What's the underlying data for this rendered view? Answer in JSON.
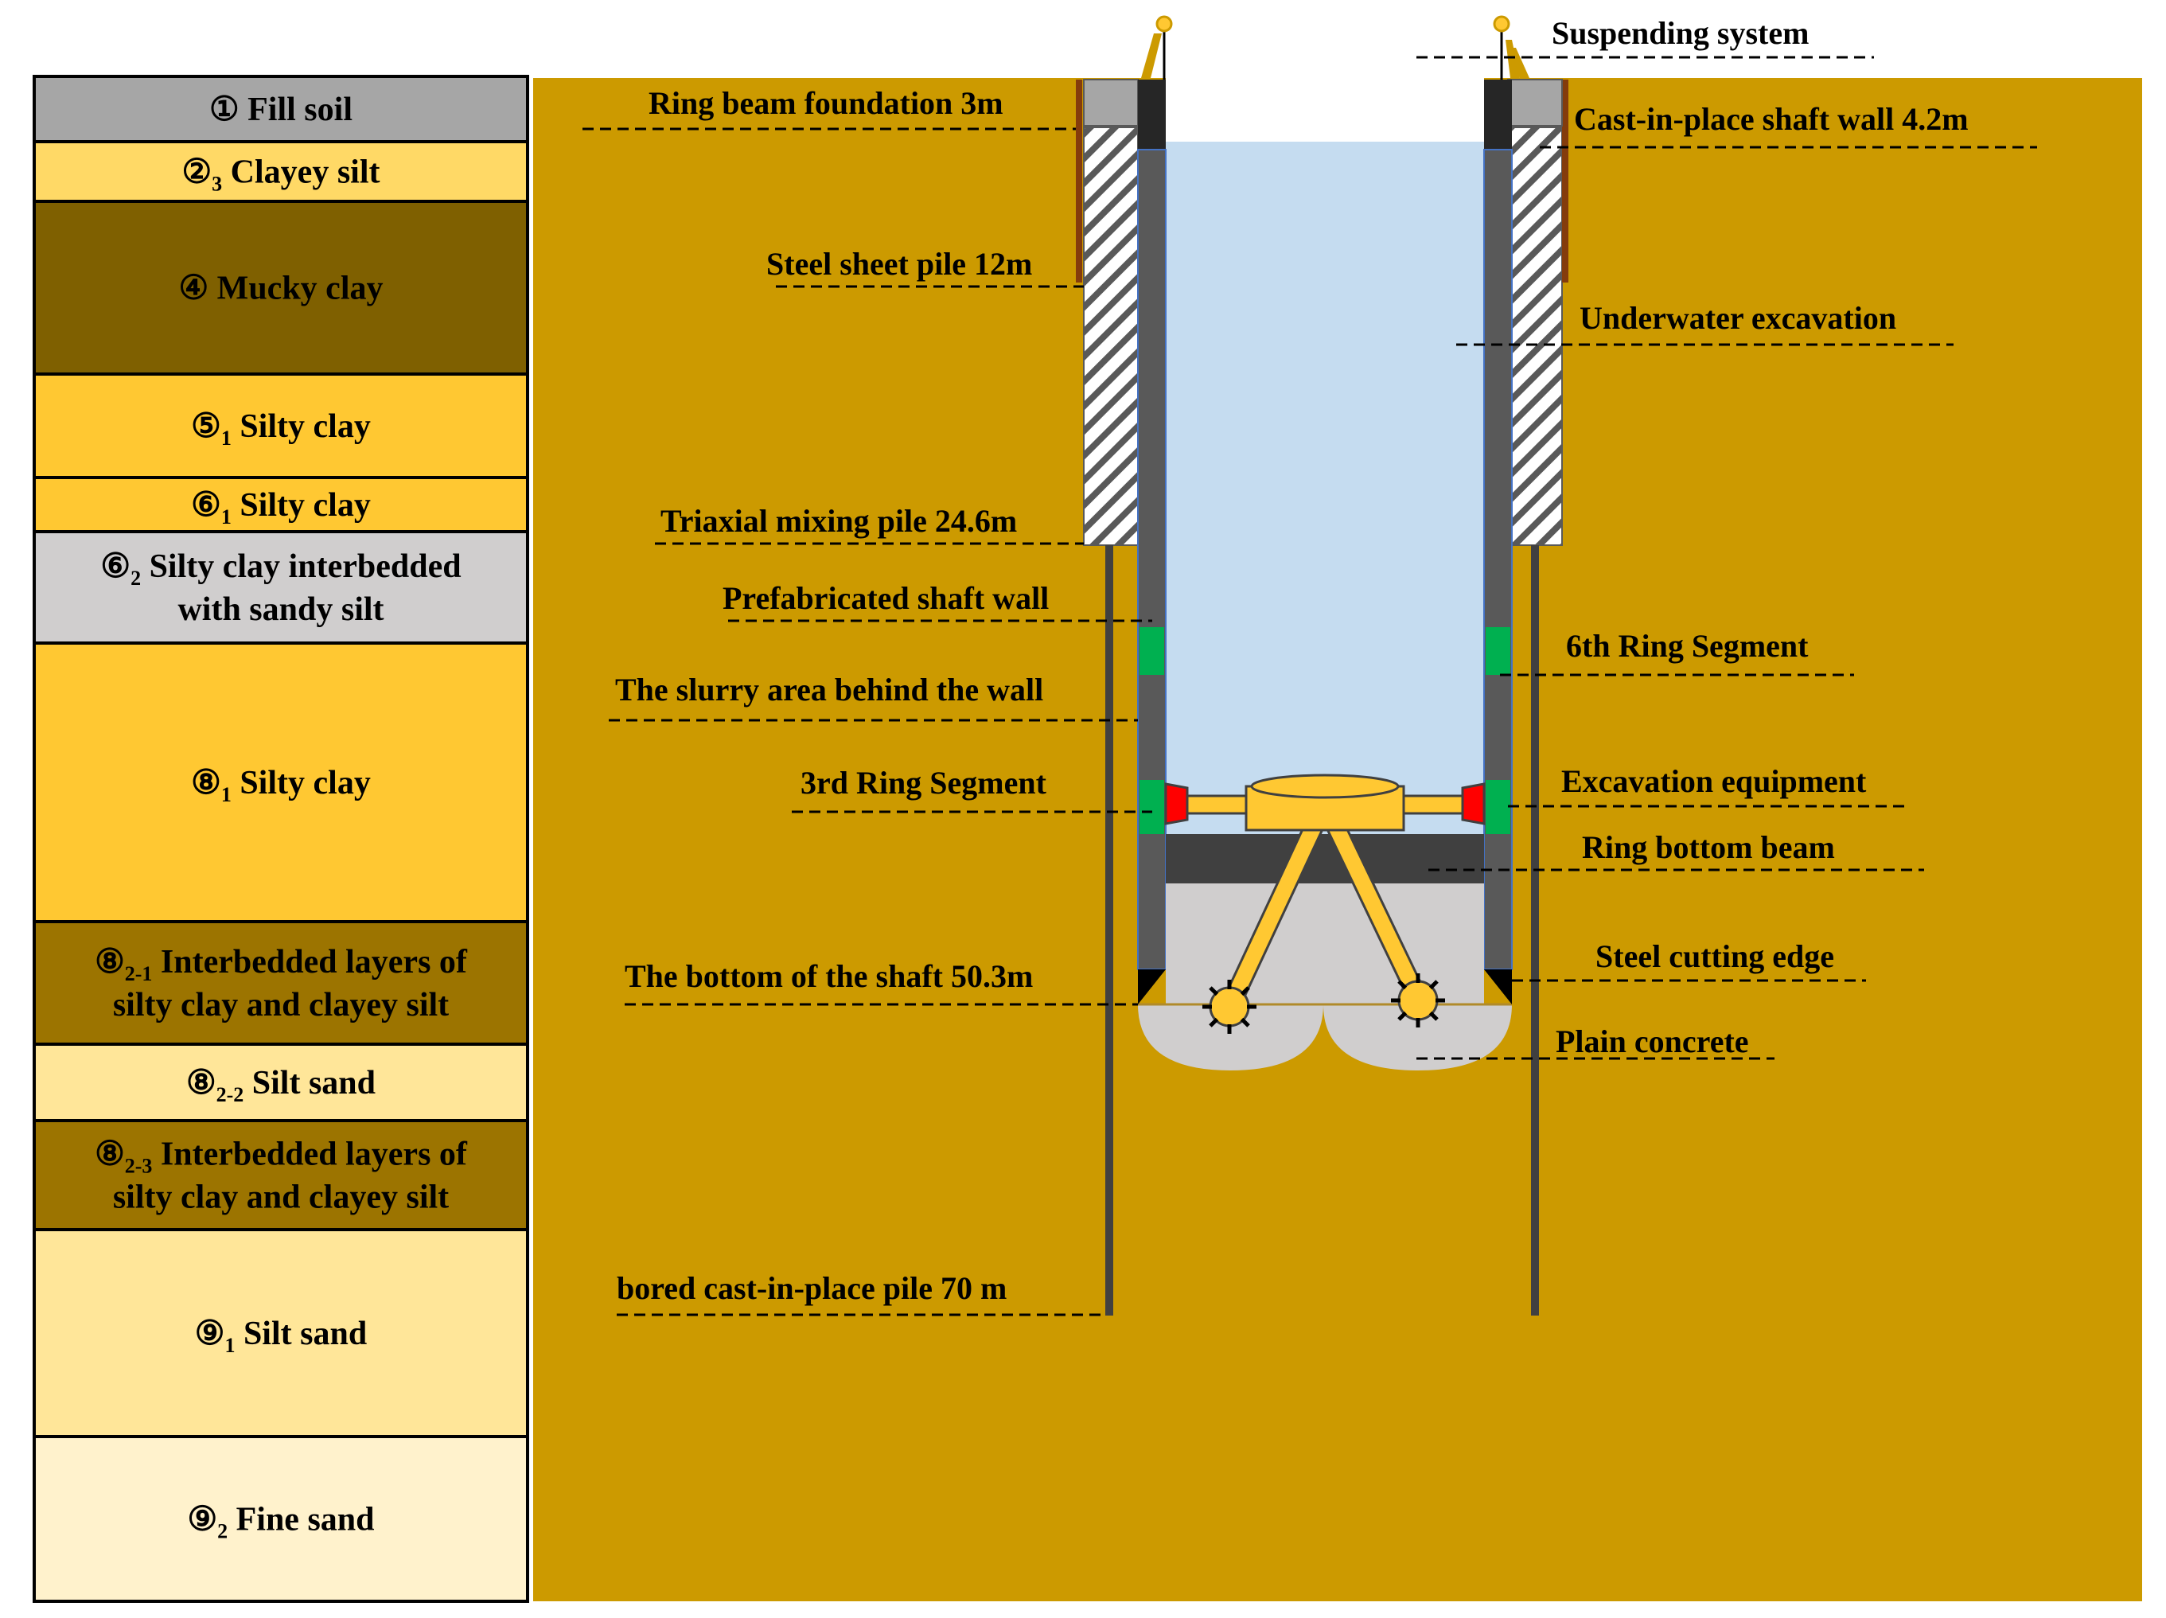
{
  "strata": [
    {
      "symbol": "①",
      "sub": "",
      "name": "Fill soil",
      "line2": "",
      "color": "#A6A6A6"
    },
    {
      "symbol": "②",
      "sub": "3",
      "name": "Clayey  silt",
      "line2": "",
      "color": "#FFD966"
    },
    {
      "symbol": "④",
      "sub": "",
      "name": "Mucky clay",
      "line2": "",
      "color": "#7F6000"
    },
    {
      "symbol": "⑤",
      "sub": "1",
      "name": "Silty clay",
      "line2": "",
      "color": "#FFC832"
    },
    {
      "symbol": "⑥",
      "sub": "1",
      "name": "Silty clay",
      "line2": "",
      "color": "#FFC832"
    },
    {
      "symbol": "⑥",
      "sub": "2",
      "name": "Silty clay interbedded",
      "line2": "with sandy silt",
      "color": "#D0CECE"
    },
    {
      "symbol": "⑧",
      "sub": "1",
      "name": "Silty clay",
      "line2": "",
      "color": "#FFC832"
    },
    {
      "symbol": "⑧",
      "sub": "2-1",
      "name": "Interbedded layers of",
      "line2": "silty clay and clayey silt",
      "color": "#9C7400"
    },
    {
      "symbol": "⑧",
      "sub": "2-2",
      "name": "Silt sand",
      "line2": "",
      "color": "#FFE699"
    },
    {
      "symbol": "⑧",
      "sub": "2-3",
      "name": "Interbedded layers of",
      "line2": "silty clay and clayey silt",
      "color": "#9C7400"
    },
    {
      "symbol": "⑨",
      "sub": "1",
      "name": "Silt sand",
      "line2": "",
      "color": "#FFE699"
    },
    {
      "symbol": "⑨",
      "sub": "2",
      "name": "Fine sand",
      "line2": "",
      "color": "#FFF2CC"
    }
  ],
  "labels": {
    "suspending_system": "Suspending system",
    "ring_beam_foundation": "Ring beam foundation  3m",
    "cast_in_place_wall": "Cast-in-place shaft wall 4.2m",
    "steel_sheet_pile": "Steel sheet pile 12m",
    "underwater_excavation": "Underwater excavation",
    "triaxial_mixing_pile": "Triaxial mixing pile   24.6m",
    "prefabricated_wall": "Prefabricated shaft wall",
    "sixth_ring": "6th Ring Segment",
    "slurry_area": "The slurry area behind the wall",
    "third_ring": "3rd Ring Segment",
    "excavation_equipment": "Excavation equipment",
    "ring_bottom_beam": "Ring bottom beam",
    "shaft_bottom": "The bottom of the shaft  50.3m",
    "steel_cutting_edge": "Steel cutting edge",
    "plain_concrete": "Plain concrete",
    "bored_pile": "bored cast-in-place pile  70 m"
  },
  "colors": {
    "ground": "#CC9A00",
    "water": "#C5DCF0",
    "wall": "#595959",
    "green_segment": "#00B050",
    "red_cutter": "#FF0000",
    "equipment": "#FFC832",
    "concrete": "#D0CECE",
    "bottom_beam": "#404040",
    "sheet_pile": "#843C0C"
  }
}
